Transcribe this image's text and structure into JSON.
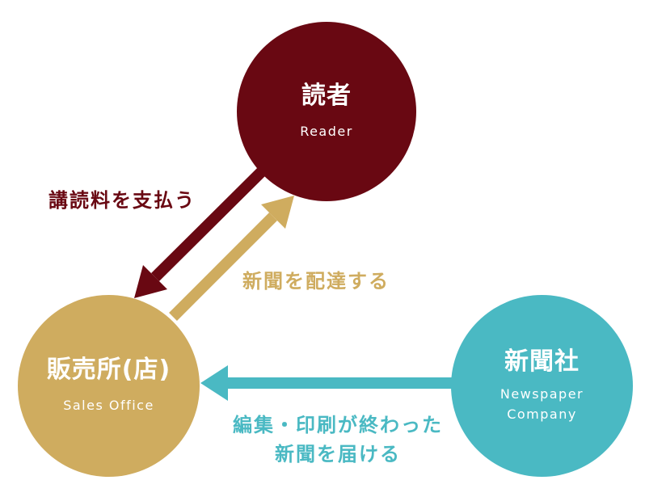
{
  "nodes": {
    "reader": {
      "title": "読者",
      "subtitle": "Reader",
      "color": "#690812"
    },
    "sales_office": {
      "title": "販売所(店)",
      "subtitle": "Sales Office",
      "color": "#cfac5f"
    },
    "newspaper_company": {
      "title": "新聞社",
      "subtitle_line1": "Newspaper",
      "subtitle_line2": "Company",
      "color": "#4ab9c3"
    }
  },
  "edges": {
    "pay_subscription": {
      "label": "講読料を支払う",
      "from": "reader",
      "to": "sales_office",
      "color": "#690812"
    },
    "deliver_newspaper": {
      "label": "新聞を配達する",
      "from": "sales_office",
      "to": "reader",
      "color": "#cfac5f"
    },
    "supply_newspaper": {
      "label_line1": "編集・印刷が終わった",
      "label_line2": "新聞を届ける",
      "from": "newspaper_company",
      "to": "sales_office",
      "color": "#4ab9c3"
    }
  }
}
